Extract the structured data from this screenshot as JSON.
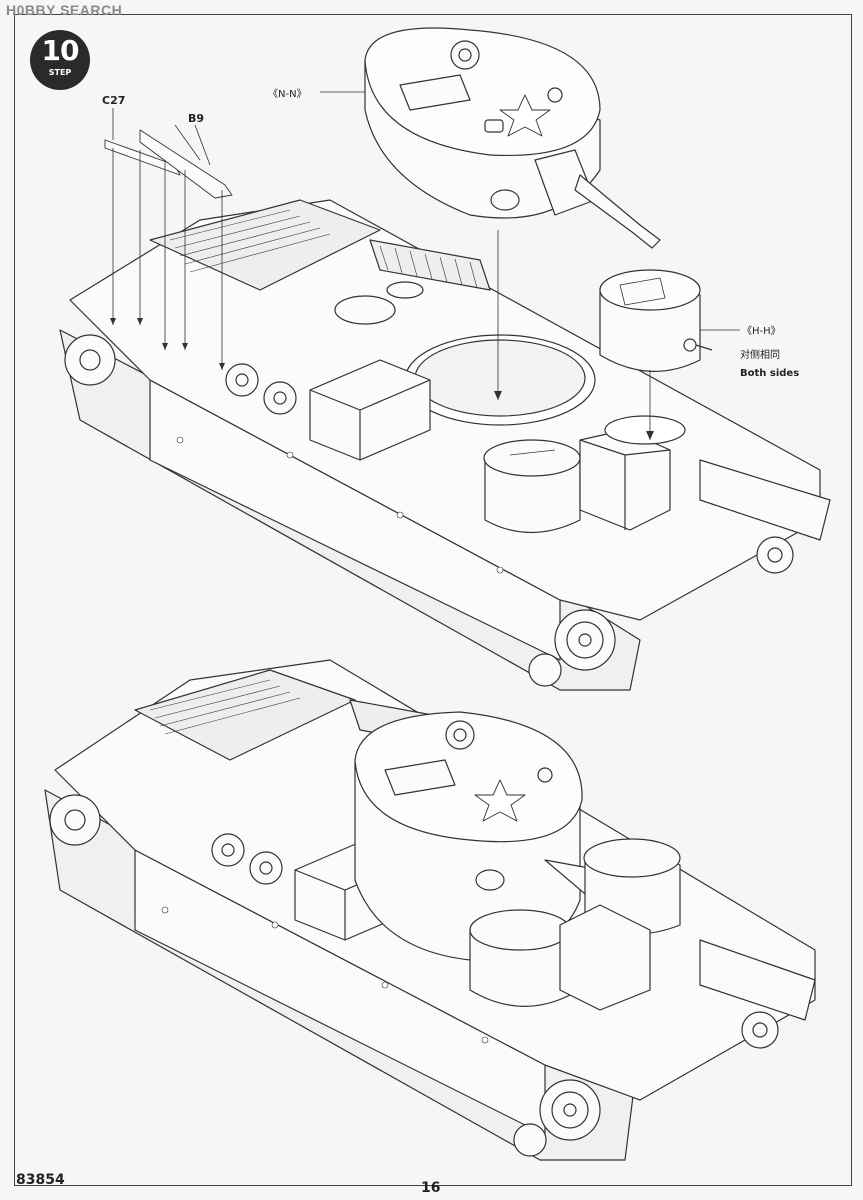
{
  "watermark": "H0BBY SEARCH",
  "step": {
    "number": "10",
    "word": "STEP"
  },
  "callouts": {
    "part_c27": "C27",
    "part_b9": "B9",
    "view_nn": "《N-N》",
    "view_hh": "《H-H》",
    "hh_cn": "对侧相同",
    "hh_en": "Both sides"
  },
  "footer": {
    "kit_number": "83854",
    "page_number": "16"
  }
}
